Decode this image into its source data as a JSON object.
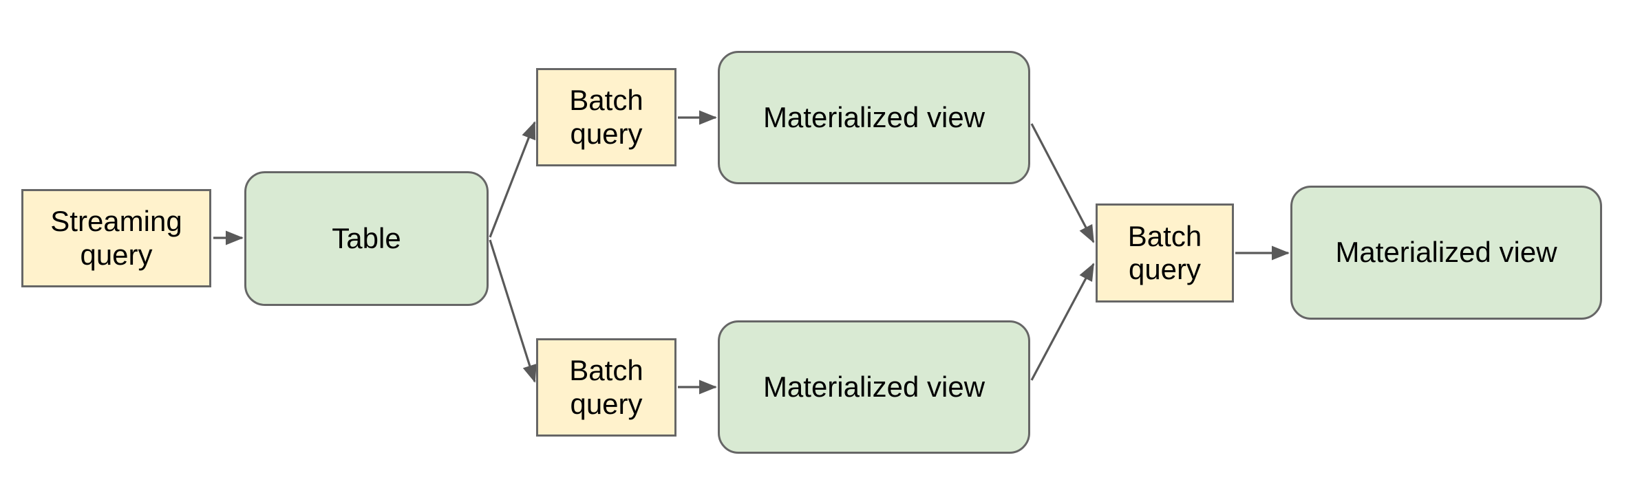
{
  "diagram": {
    "description": "Data flow diagram: a streaming query feeds a table; two batch queries over the table produce two materialized views; a further batch query over both materialized views produces a final materialized view.",
    "background": "#FFFFFF"
  },
  "colors": {
    "query_fill": "#FFF2CC",
    "view_fill": "#D9EAD3",
    "shape_stroke": "#666666",
    "connector": "#595959",
    "label_text": "#000000",
    "background": "#FFFFFF"
  },
  "nodes": {
    "streaming_query": {
      "label": "Streaming query",
      "kind": "query"
    },
    "table": {
      "label": "Table",
      "kind": "view"
    },
    "batch_query_top": {
      "label": "Batch query",
      "kind": "query"
    },
    "materialized_view_top": {
      "label": "Materialized view",
      "kind": "view"
    },
    "batch_query_bottom": {
      "label": "Batch query",
      "kind": "query"
    },
    "materialized_view_bottom": {
      "label": "Materialized view",
      "kind": "view"
    },
    "batch_query_right": {
      "label": "Batch query",
      "kind": "query"
    },
    "materialized_view_right": {
      "label": "Materialized view",
      "kind": "view"
    }
  },
  "edges": [
    {
      "from": "streaming_query",
      "to": "table"
    },
    {
      "from": "table",
      "to": "batch_query_top"
    },
    {
      "from": "table",
      "to": "batch_query_bottom"
    },
    {
      "from": "batch_query_top",
      "to": "materialized_view_top"
    },
    {
      "from": "batch_query_bottom",
      "to": "materialized_view_bottom"
    },
    {
      "from": "materialized_view_top",
      "to": "batch_query_right"
    },
    {
      "from": "materialized_view_bottom",
      "to": "batch_query_right"
    },
    {
      "from": "batch_query_right",
      "to": "materialized_view_right"
    }
  ]
}
